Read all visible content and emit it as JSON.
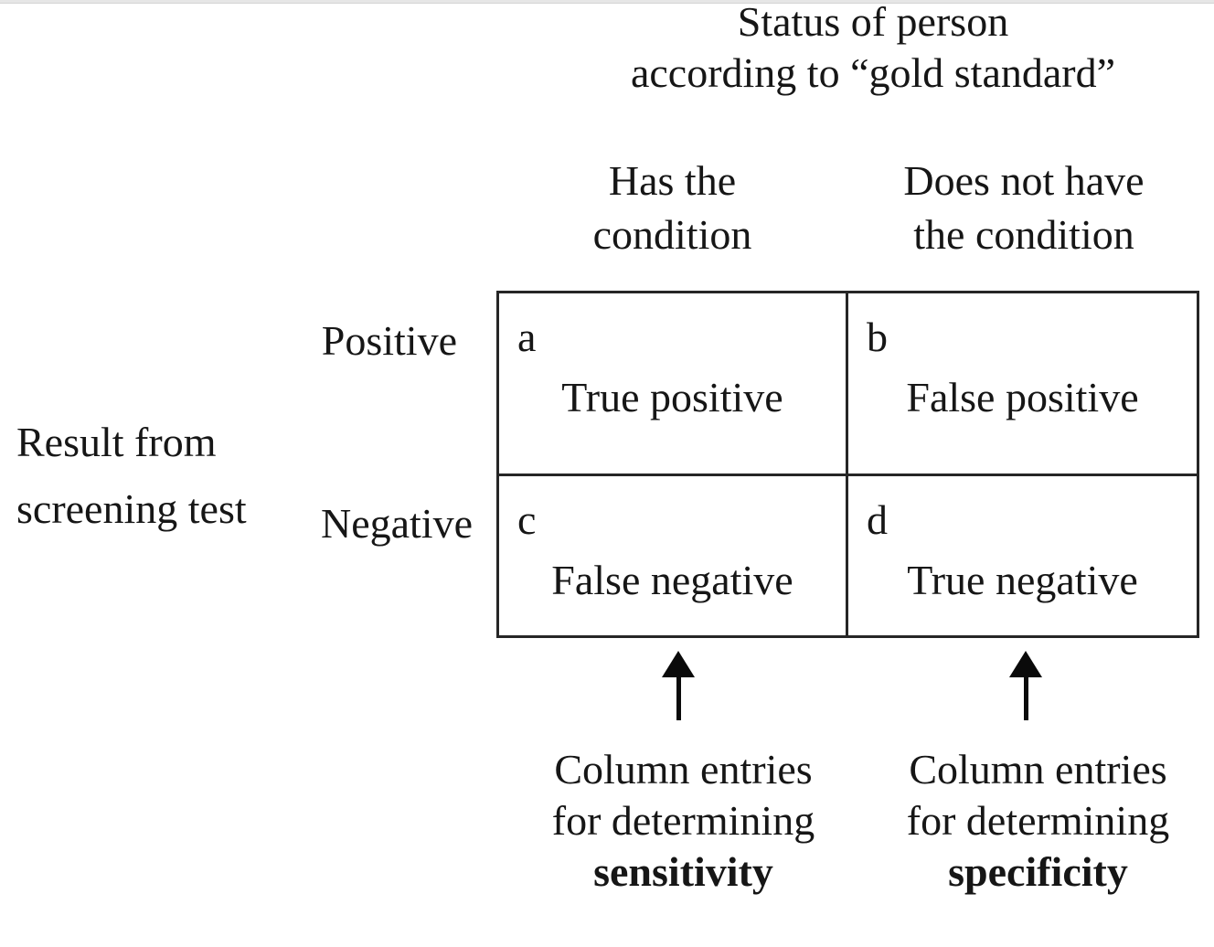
{
  "title": {
    "line1": "Status of person",
    "line2": "according to “gold standard”"
  },
  "column_headers": [
    {
      "line1": "Has the",
      "line2": "condition"
    },
    {
      "line1": "Does not have",
      "line2": "the condition"
    }
  ],
  "row_labels": [
    "Positive",
    "Negative"
  ],
  "axis_label": {
    "line1": "Result from",
    "line2": "screening test"
  },
  "table": {
    "cells": [
      {
        "letter": "a",
        "label": "True positive"
      },
      {
        "letter": "b",
        "label": "False positive"
      },
      {
        "letter": "c",
        "label": "False negative"
      },
      {
        "letter": "d",
        "label": "True negative"
      }
    ]
  },
  "annotations": [
    {
      "line1": "Column entries",
      "line2": "for determining",
      "term": "sensitivity"
    },
    {
      "line1": "Column entries",
      "line2": "for determining",
      "term": "specificity"
    }
  ],
  "icons": {
    "arrow": "up-arrow"
  },
  "colors": {
    "text": "#161616",
    "table_border": "#262626",
    "arrow": "#0a0a0a",
    "top_bar": "#e6e6e6",
    "background": "#ffffff"
  }
}
